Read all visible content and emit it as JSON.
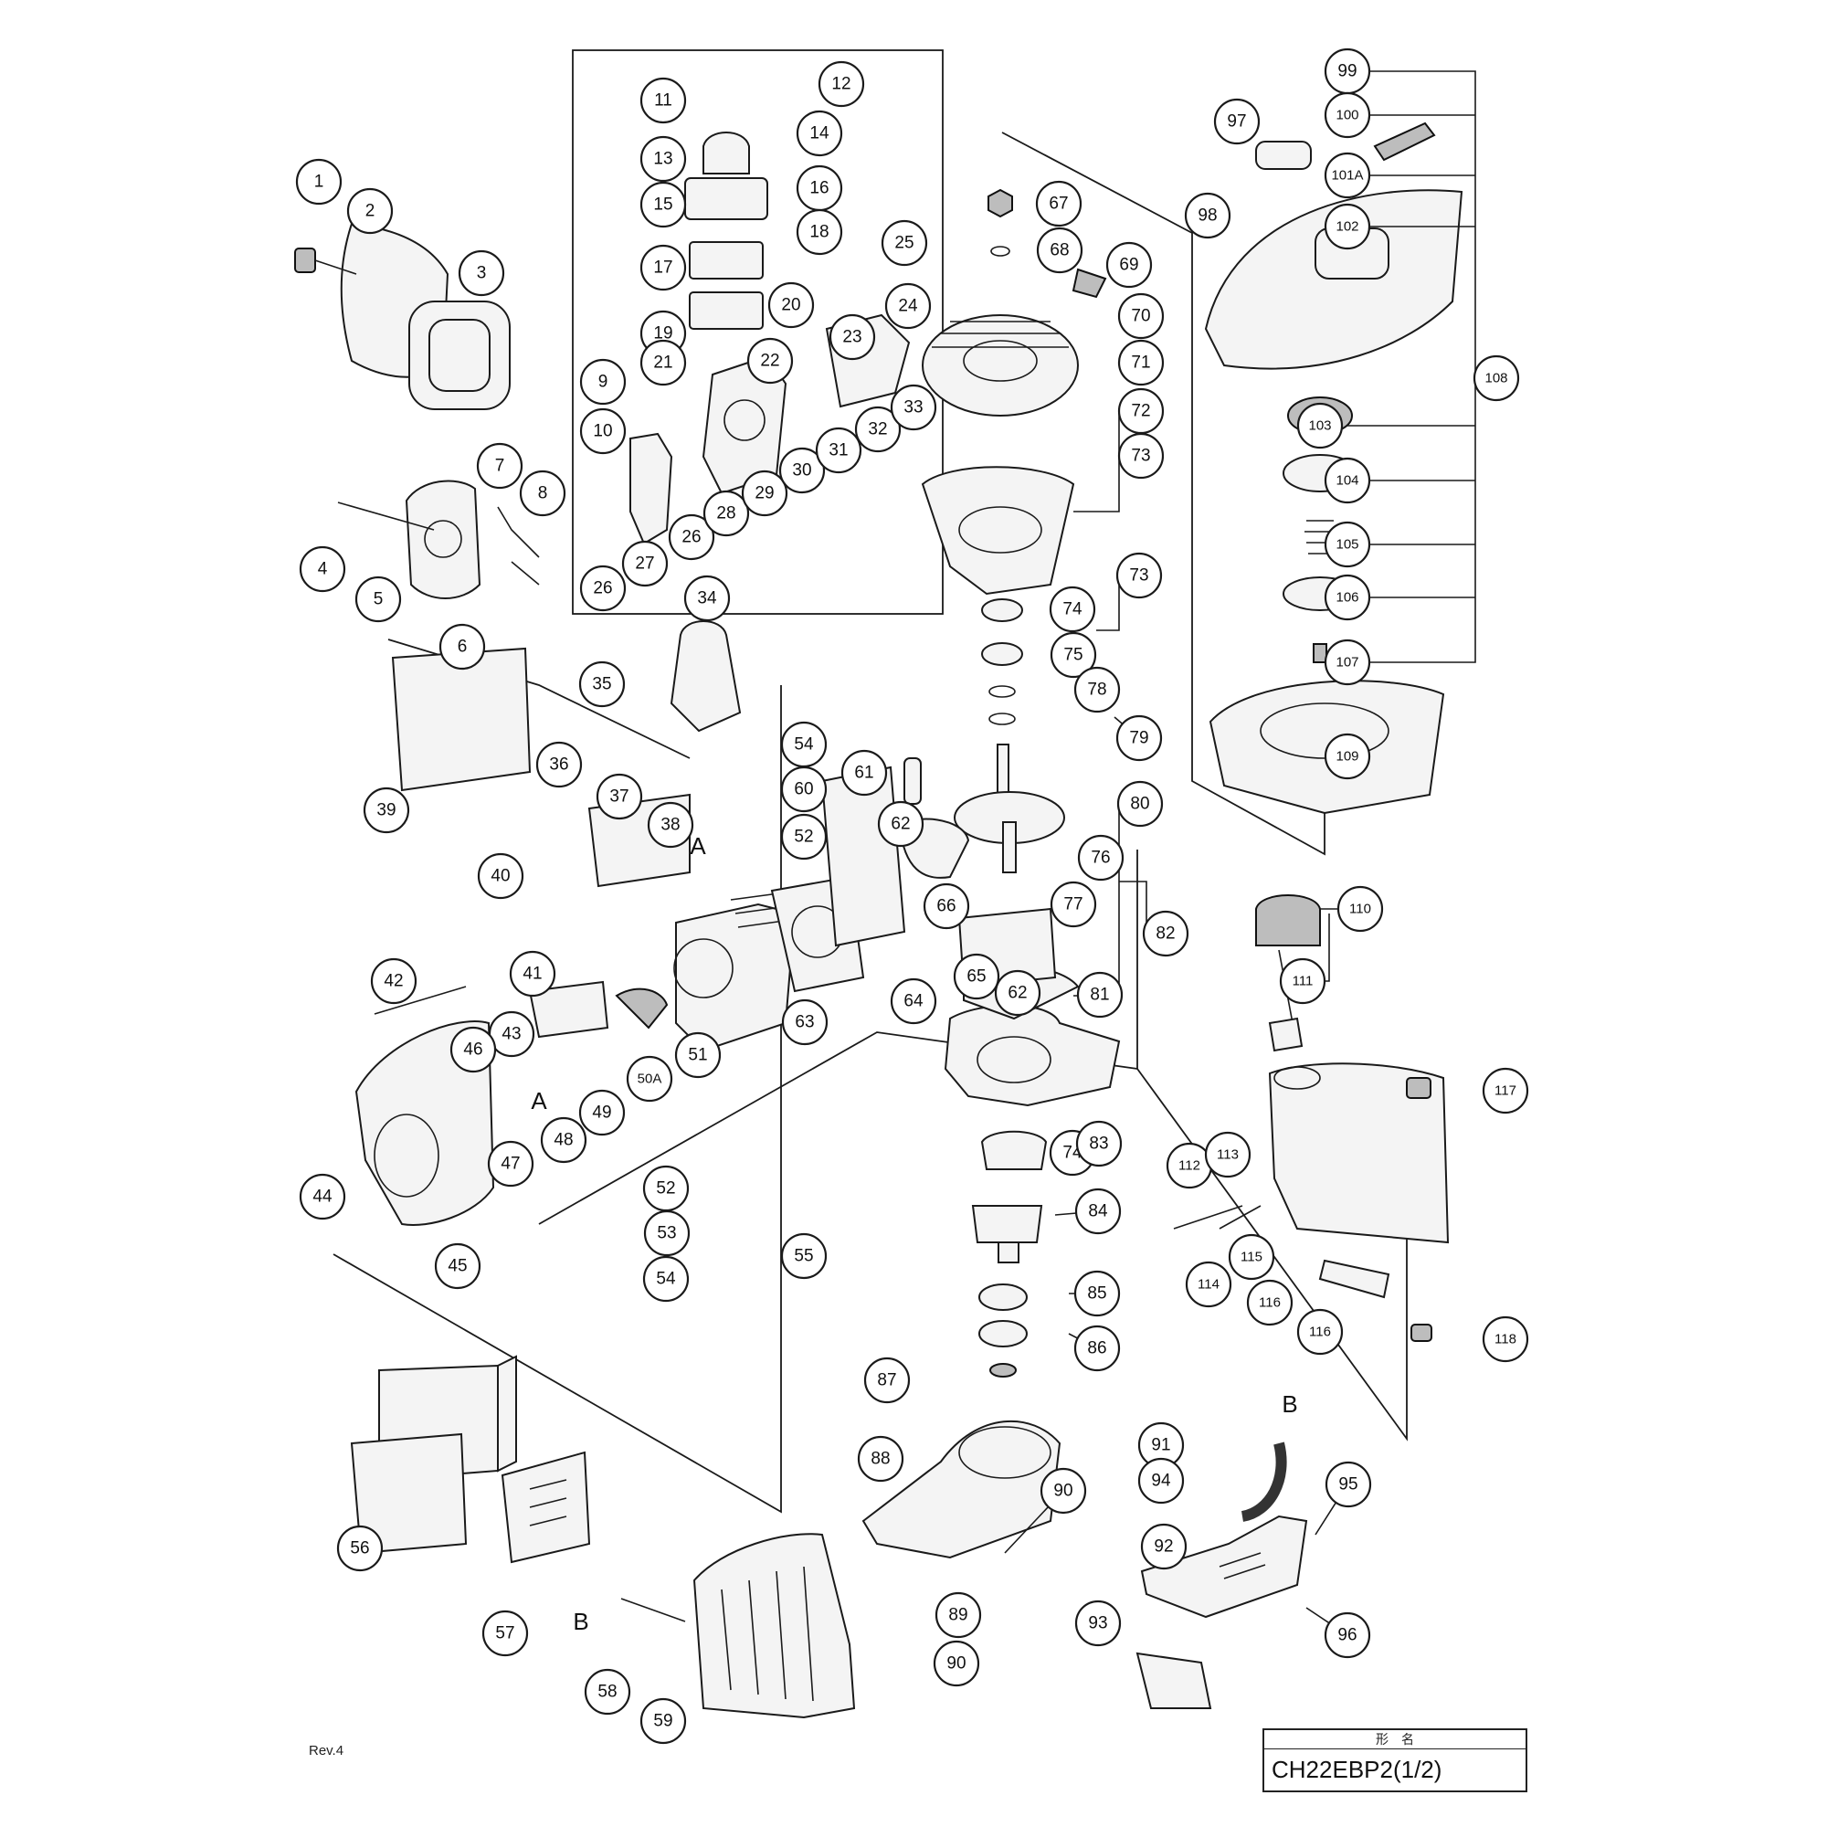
{
  "revision": "Rev.4",
  "title_block": {
    "header": "形　名",
    "model": "CH22EBP2(1/2)"
  },
  "reference_marks": [
    "A",
    "A",
    "B",
    "B"
  ],
  "callouts": [
    "1",
    "2",
    "3",
    "4",
    "5",
    "6",
    "7",
    "8",
    "9",
    "10",
    "11",
    "12",
    "13",
    "14",
    "15",
    "16",
    "17",
    "18",
    "19",
    "20",
    "21",
    "22",
    "23",
    "24",
    "25",
    "26",
    "26",
    "27",
    "28",
    "29",
    "30",
    "31",
    "32",
    "33",
    "34",
    "35",
    "36",
    "37",
    "38",
    "39",
    "40",
    "41",
    "42",
    "43",
    "44",
    "45",
    "46",
    "47",
    "48",
    "49",
    "50A",
    "51",
    "52",
    "52",
    "53",
    "54",
    "54",
    "55",
    "56",
    "57",
    "58",
    "59",
    "60",
    "61",
    "62",
    "62",
    "63",
    "64",
    "65",
    "66",
    "67",
    "68",
    "69",
    "70",
    "71",
    "72",
    "73",
    "73",
    "74",
    "74",
    "75",
    "76",
    "77",
    "78",
    "79",
    "80",
    "81",
    "82",
    "83",
    "84",
    "85",
    "86",
    "87",
    "88",
    "89",
    "90",
    "90",
    "91",
    "92",
    "93",
    "94",
    "95",
    "96",
    "97",
    "98",
    "99",
    "100",
    "101A",
    "102",
    "103",
    "104",
    "105",
    "106",
    "107",
    "108",
    "109",
    "110",
    "111",
    "112",
    "113",
    "114",
    "115",
    "116",
    "116",
    "117",
    "118"
  ]
}
